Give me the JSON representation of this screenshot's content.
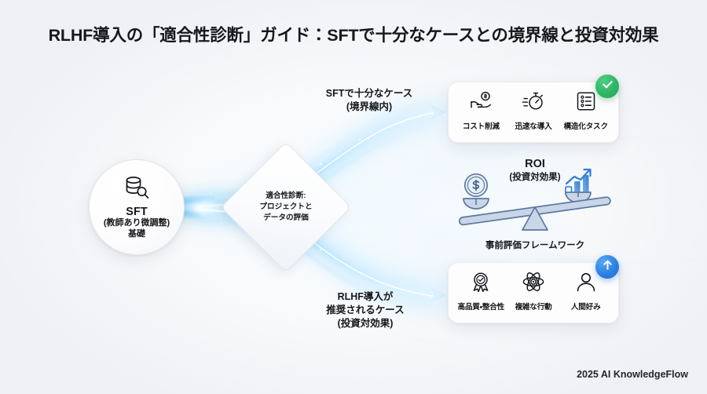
{
  "page": {
    "title": "RLHF導入の「適合性診断」ガイド：SFTで十分なケースとの境界線と投資対効果",
    "background_color": "#f6f7f9",
    "footer": "2025 AI KnowledgeFlow"
  },
  "source_node": {
    "icon": "database-search-icon",
    "line1": "SFT",
    "line2": "(教師あり微調整)",
    "line3": "基礎"
  },
  "decision_node": {
    "line1": "適合性診断:",
    "line2": "プロジェクトと",
    "line3": "データの評価"
  },
  "branches": {
    "top": {
      "label_line1": "SFTで十分なケース",
      "label_line2": "(境界線内)",
      "badge": {
        "icon": "check-circle-icon",
        "color": "#2eb463"
      },
      "items": [
        {
          "icon": "hand-coin-icon",
          "label": "コスト削減"
        },
        {
          "icon": "stopwatch-icon",
          "label": "迅速な導入"
        },
        {
          "icon": "checklist-icon",
          "label": "構造化タスク"
        }
      ]
    },
    "bottom": {
      "label_line1": "RLHF導入が",
      "label_line2": "推奨されるケース",
      "label_line3": "(投資対効果)",
      "badge": {
        "icon": "arrow-up-circle-icon",
        "color": "#2b7fe0"
      },
      "items": [
        {
          "icon": "award-ribbon-icon",
          "label": "高品質・整合性"
        },
        {
          "icon": "atom-icon",
          "label": "複雑な行動"
        },
        {
          "icon": "person-icon",
          "label": "人間好み"
        }
      ]
    }
  },
  "roi": {
    "title": "ROI",
    "subtitle": "(投資対効果)",
    "caption": "事前評価フレームワーク",
    "icon_left": "dollar-coin-icon",
    "icon_right": "growth-bar-chart-icon",
    "icon_base": "seesaw-balance-icon",
    "fill_color": "#c8d6e8",
    "stroke_color": "#5b789e"
  }
}
